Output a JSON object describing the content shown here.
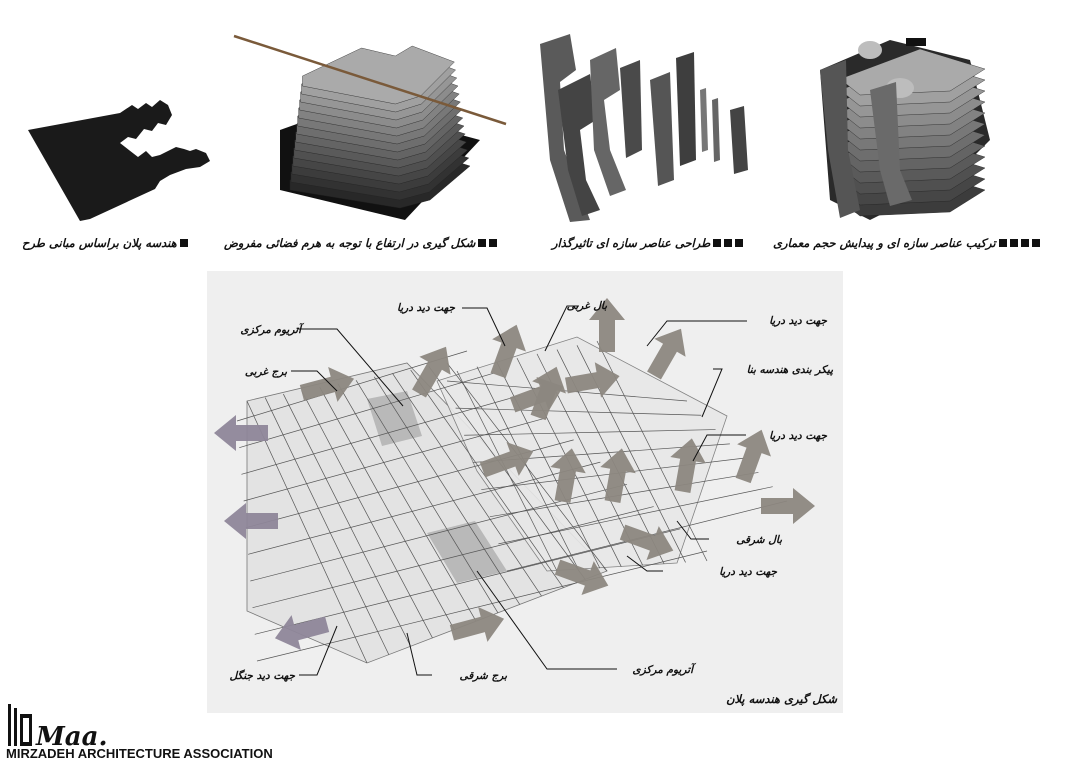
{
  "steps": [
    {
      "caption": "هندسه پلان براساس مبانی طرح",
      "squares": 1
    },
    {
      "caption": "شکل گیری در ارتفاع با توجه به هرم فضائی مفروض",
      "squares": 2
    },
    {
      "caption": "طراحی عناصر سازه ای تاثیرگذار",
      "squares": 3
    },
    {
      "caption": "ترکیب عناصر سازه ای و پیدایش حجم معماری",
      "squares": 4
    }
  ],
  "diagram": {
    "title": "شکل گیری هندسه پلان",
    "labels": {
      "sea_view_1": "جهت دید دریا",
      "west_wing": "بال غربی",
      "sea_view_2": "جهت دید دریا",
      "central_atrium_top": "آتریوم مرکزی",
      "west_tower": "برج غربی",
      "building_form": "پیکر بندی هندسه بنا",
      "sea_view_3": "جهت دید دریا",
      "east_wing": "بال شرقی",
      "sea_view_4": "جهت دید دریا",
      "forest_view": "جهت دید جنگل",
      "east_tower": "برج شرقی",
      "central_atrium_bottom": "آتریوم مرکزی"
    },
    "colors": {
      "panel": "#efefef",
      "arrow_gray": "#8c877f",
      "arrow_purple": "#8e8699",
      "atrium": "#b9b9b9"
    }
  },
  "logo": {
    "mark": "Maa.",
    "name": "MIRZADEH ARCHITECTURE ASSOCIATION"
  }
}
